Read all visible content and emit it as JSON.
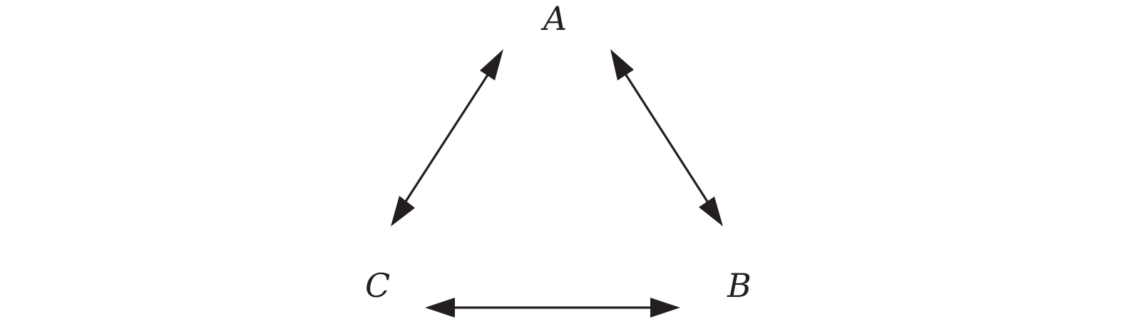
{
  "diagram": {
    "nodes": [
      {
        "id": "A",
        "label": "A"
      },
      {
        "id": "B",
        "label": "B"
      },
      {
        "id": "C",
        "label": "C"
      }
    ],
    "edges": [
      {
        "from": "A",
        "to": "C",
        "direction": "both"
      },
      {
        "from": "A",
        "to": "B",
        "direction": "both"
      },
      {
        "from": "C",
        "to": "B",
        "direction": "both"
      }
    ],
    "colors": {
      "ink": "#231f20",
      "background": "#ffffff"
    }
  }
}
